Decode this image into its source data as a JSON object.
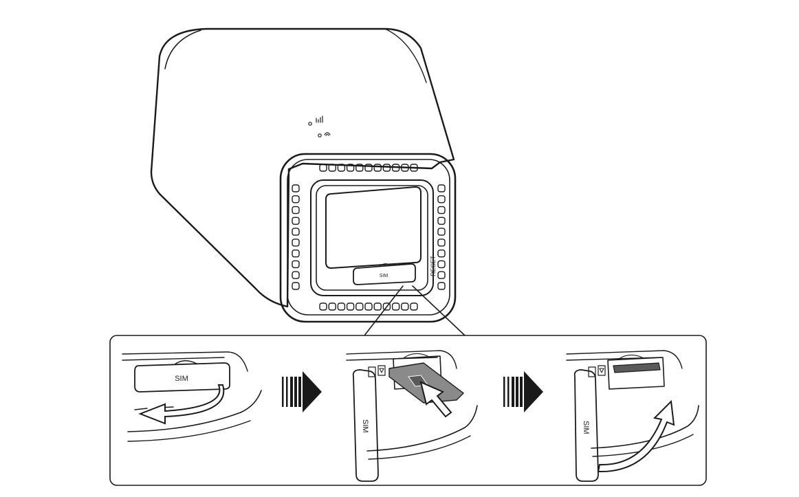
{
  "device": {
    "sim_slot_label": "SIM",
    "reset_label": "RESET"
  },
  "steps": [
    {
      "sim_label": "SIM"
    },
    {
      "sim_label": "SIM"
    },
    {
      "sim_label": "SIM"
    }
  ],
  "colors": {
    "line": "#1a1a1a",
    "card": "#8a8a8a",
    "card_dark": "#5a5a5a",
    "background": "#ffffff"
  }
}
